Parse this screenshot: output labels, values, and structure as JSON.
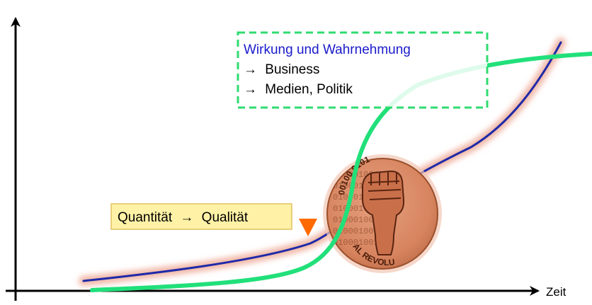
{
  "diagram": {
    "x_axis_label": "Zeit",
    "box": {
      "title": "Wirkung und Wahrnehmung",
      "items": [
        {
          "arrow": "→",
          "text": "Business"
        },
        {
          "arrow": "→",
          "text": "Medien, Politik"
        }
      ]
    },
    "callout": {
      "text_left": "Quantität",
      "arrow": "→",
      "text_right": "Qualität"
    },
    "coin": {
      "top_text": "00100 0101",
      "bottom_text": "AL REVOLU",
      "binary_text": "0100010010"
    },
    "colors": {
      "green_curve": "#21e07a",
      "blue_curve": "#1f2aa8",
      "blue_glow": "#f1b8a8",
      "box_border": "#2fdc70",
      "box_title": "#1a1acb",
      "callout_bg": "#fff2a6",
      "callout_border": "#e2c15f",
      "marker": "#ff6a00",
      "coin_fill": "#d7845f",
      "coin_dark": "#6d2f14"
    }
  }
}
